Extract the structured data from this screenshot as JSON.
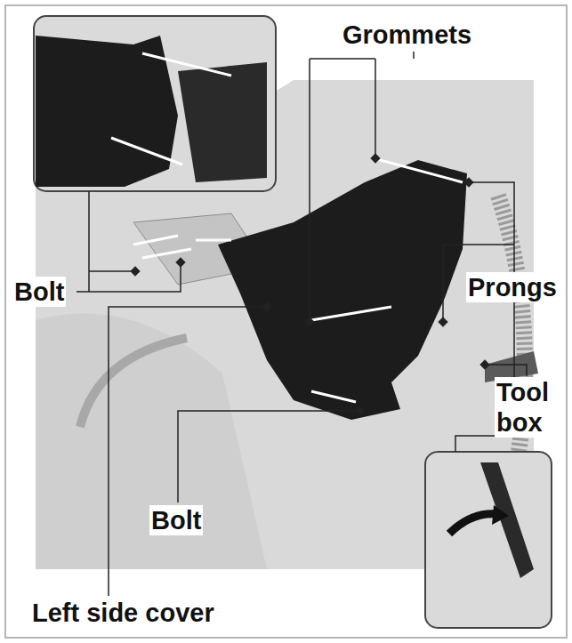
{
  "diagram": {
    "labels": [
      "Grommets",
      "Prongs",
      "Bolt",
      "Tool box",
      "Bolt",
      "Left side cover"
    ]
  }
}
